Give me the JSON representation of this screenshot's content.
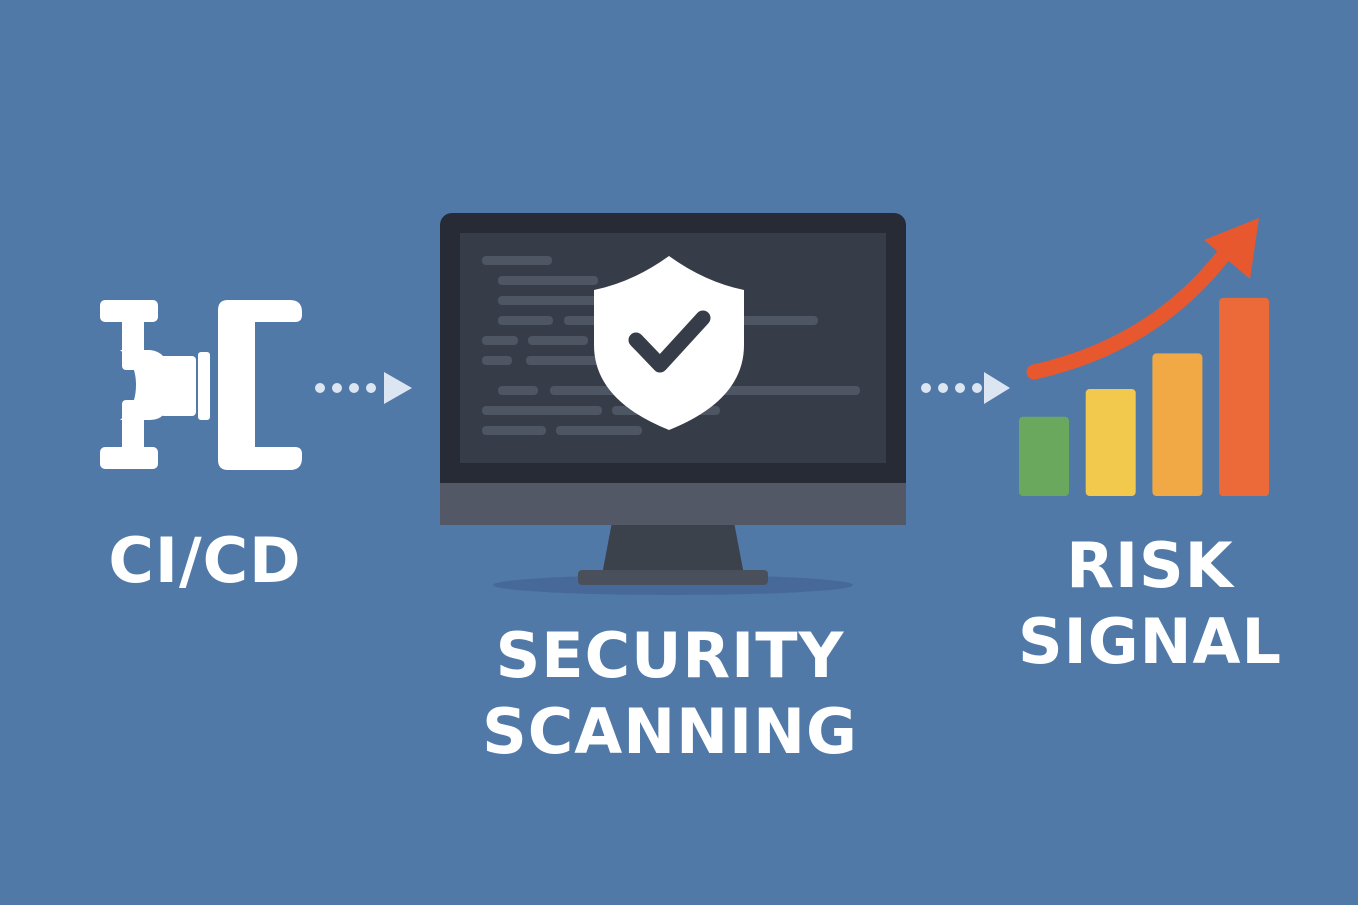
{
  "colors": {
    "background": "#5079a8",
    "icon_white": "#ffffff",
    "arrow": "#dce6f2",
    "monitor_bezel": "#262b35",
    "monitor_screen": "#363c48",
    "code_line": "#4e5563",
    "monitor_chin": "#525865",
    "stand": "#3c424c",
    "trend_arrow": "#e8582f",
    "bar_colors": [
      "#6aa85e",
      "#f2c94c",
      "#f0a944",
      "#ec6a3a"
    ]
  },
  "icons": {
    "pipeline": "cicd-pipeline-icon",
    "flow_arrow": "dotted-arrow-icon",
    "monitor": "monitor-icon",
    "shield": "shield-check-icon",
    "chart": "bar-chart-icon",
    "trend": "trend-up-arrow-icon"
  },
  "steps": [
    {
      "id": "cicd",
      "lines": [
        "CI/CD"
      ]
    },
    {
      "id": "security",
      "lines": [
        "SECURITY",
        "SCANNING"
      ]
    },
    {
      "id": "risk",
      "lines": [
        "RISK",
        "SIGNAL"
      ]
    }
  ],
  "chart_data": {
    "type": "bar",
    "categories": [
      "",
      "",
      "",
      ""
    ],
    "values": [
      1,
      1.35,
      1.8,
      2.5
    ],
    "ylim": [
      0,
      2.6
    ],
    "grid": false,
    "legend": "none",
    "title": "",
    "xlabel": "",
    "ylabel": ""
  }
}
